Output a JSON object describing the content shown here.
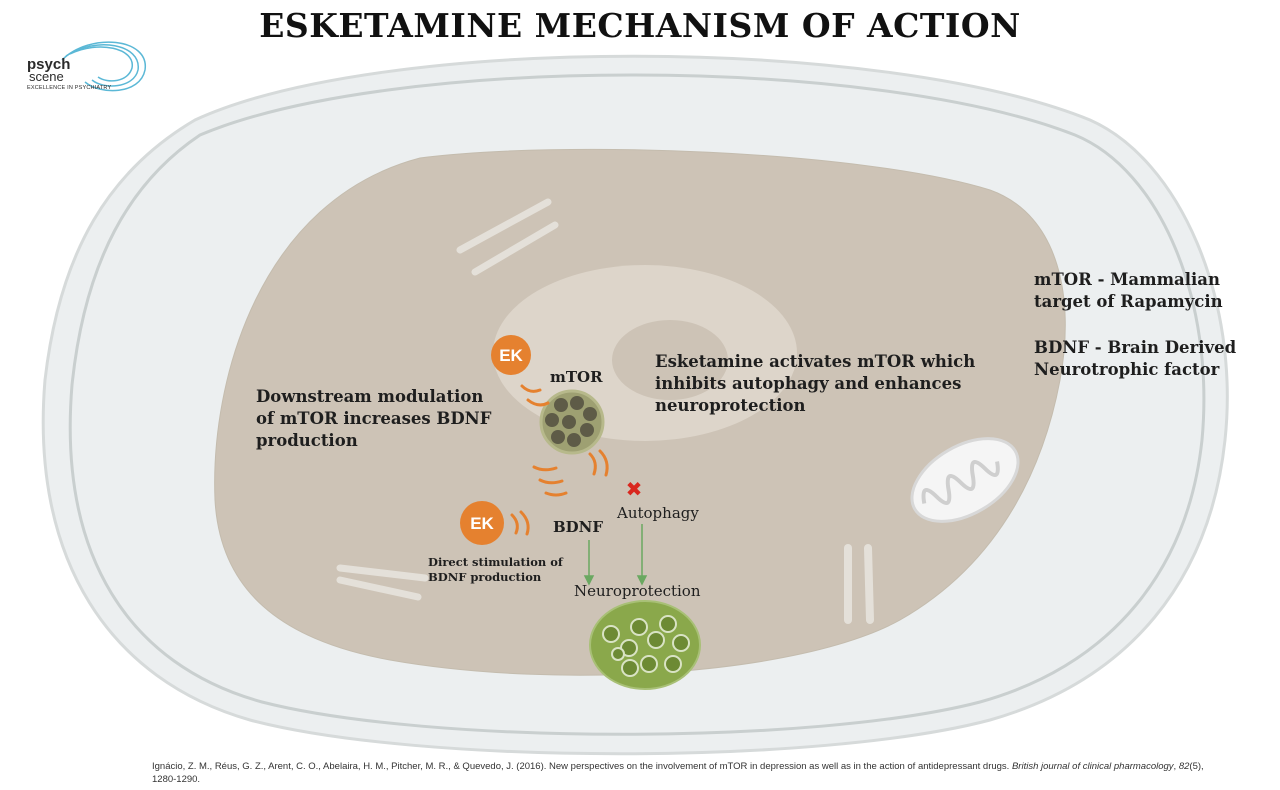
{
  "title": "ESKETAMINE MECHANISM OF ACTION",
  "logo": {
    "line1": "psych",
    "line2": "scene",
    "tagline": "EXCELLENCE IN PSYCHIATRY",
    "accent_color": "#5bb8d6"
  },
  "labels": {
    "ek_top": "EK",
    "ek_bottom": "EK",
    "mtor": "mTOR",
    "bdnf": "BDNF",
    "autophagy": "Autophagy",
    "neuroprotection": "Neuroprotection",
    "inhibit_mark": "✖"
  },
  "notes": {
    "downstream": [
      "Downstream modulation",
      "of mTOR increases BDNF",
      "production"
    ],
    "activates": [
      "Esketamine activates mTOR which",
      "inhibits autophagy and enhances",
      "neuroprotection"
    ],
    "direct": [
      "Direct stimulation of",
      "BDNF production"
    ]
  },
  "glossary": {
    "mtor": [
      "mTOR - Mammalian",
      "target of Rapamycin"
    ],
    "bdnf": [
      "BDNF - Brain Derived",
      "Neurotrophic factor"
    ]
  },
  "citation": {
    "text": "Ignácio, Z. M., Réus, G. Z., Arent, C. O., Abelaira, H. M., Pitcher, M. R., & Quevedo, J. (2016). New perspectives on the involvement of mTOR in depression as well as in the action of antidepressant drugs. ",
    "journal": "British journal of clinical pharmacology",
    "volume": "82",
    "issue_pages": "(5), 1280-1290."
  },
  "colors": {
    "ek_orange": "#e5812f",
    "wave_orange": "#e5812f",
    "cytoplasm": "#cdc3b6",
    "membrane": "#e9eded",
    "mtor_body": "#9ea072",
    "neuro_body": "#8aa84b",
    "arrow_green": "#6aa861",
    "cross_red": "#d9271e"
  },
  "icons": {
    "inhibit": "cross-icon",
    "signal": "wave-icon"
  }
}
